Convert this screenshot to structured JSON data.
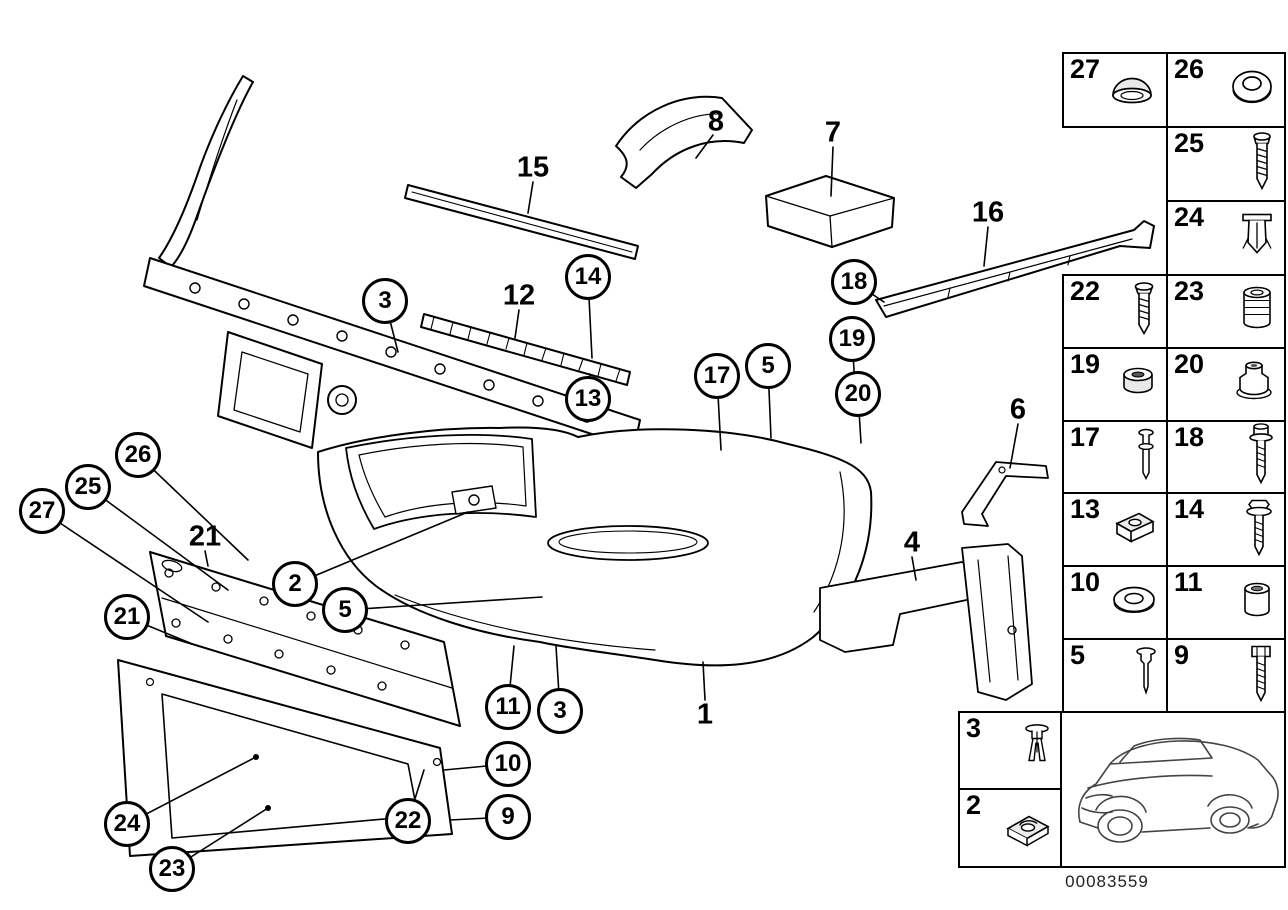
{
  "colors": {
    "background": "#ffffff",
    "line": "#000000"
  },
  "footer": {
    "document_number": "00083559"
  },
  "callouts": [
    {
      "label": "15",
      "type": "plain"
    },
    {
      "label": "8",
      "type": "plain"
    },
    {
      "label": "7",
      "type": "plain"
    },
    {
      "label": "16",
      "type": "plain"
    },
    {
      "label": "12",
      "type": "plain"
    },
    {
      "label": "6",
      "type": "plain"
    },
    {
      "label": "4",
      "type": "plain"
    },
    {
      "label": "21",
      "type": "plain"
    },
    {
      "label": "1",
      "type": "plain"
    },
    {
      "label": "3",
      "type": "circle"
    },
    {
      "label": "14",
      "type": "circle"
    },
    {
      "label": "13",
      "type": "circle"
    },
    {
      "label": "17",
      "type": "circle"
    },
    {
      "label": "5",
      "type": "circle"
    },
    {
      "label": "18",
      "type": "circle"
    },
    {
      "label": "19",
      "type": "circle"
    },
    {
      "label": "20",
      "type": "circle"
    },
    {
      "label": "26",
      "type": "circle"
    },
    {
      "label": "25",
      "type": "circle"
    },
    {
      "label": "27",
      "type": "circle"
    },
    {
      "label": "2",
      "type": "circle"
    },
    {
      "label": "5",
      "type": "circle"
    },
    {
      "label": "21",
      "type": "circle"
    },
    {
      "label": "11",
      "type": "circle"
    },
    {
      "label": "3",
      "type": "circle"
    },
    {
      "label": "10",
      "type": "circle"
    },
    {
      "label": "9",
      "type": "circle"
    },
    {
      "label": "22",
      "type": "circle"
    },
    {
      "label": "24",
      "type": "circle"
    },
    {
      "label": "23",
      "type": "circle"
    }
  ],
  "legend": {
    "cells": [
      {
        "label": "27",
        "icon": "cap-plug-icon"
      },
      {
        "label": "26",
        "icon": "grommet-ring-icon"
      },
      {
        "label": "25",
        "icon": "tapping-screw-icon"
      },
      {
        "label": "24",
        "icon": "expanding-nut-icon"
      },
      {
        "label": "22",
        "icon": "screw-icon"
      },
      {
        "label": "23",
        "icon": "threaded-sleeve-icon"
      },
      {
        "label": "19",
        "icon": "rubber-grommet-icon"
      },
      {
        "label": "20",
        "icon": "grommet-collar-icon"
      },
      {
        "label": "17",
        "icon": "rivet-pin-icon"
      },
      {
        "label": "18",
        "icon": "screw-spring-washer-icon"
      },
      {
        "label": "13",
        "icon": "clip-nut-icon"
      },
      {
        "label": "14",
        "icon": "screw-washer-icon"
      },
      {
        "label": "10",
        "icon": "washer-icon"
      },
      {
        "label": "11",
        "icon": "spacer-sleeve-icon"
      },
      {
        "label": "5",
        "icon": "blind-rivet-icon"
      },
      {
        "label": "9",
        "icon": "hex-bolt-icon"
      },
      {
        "label": "3",
        "icon": "expanding-rivet-icon"
      },
      {
        "label": "2",
        "icon": "body-nut-icon"
      }
    ]
  }
}
